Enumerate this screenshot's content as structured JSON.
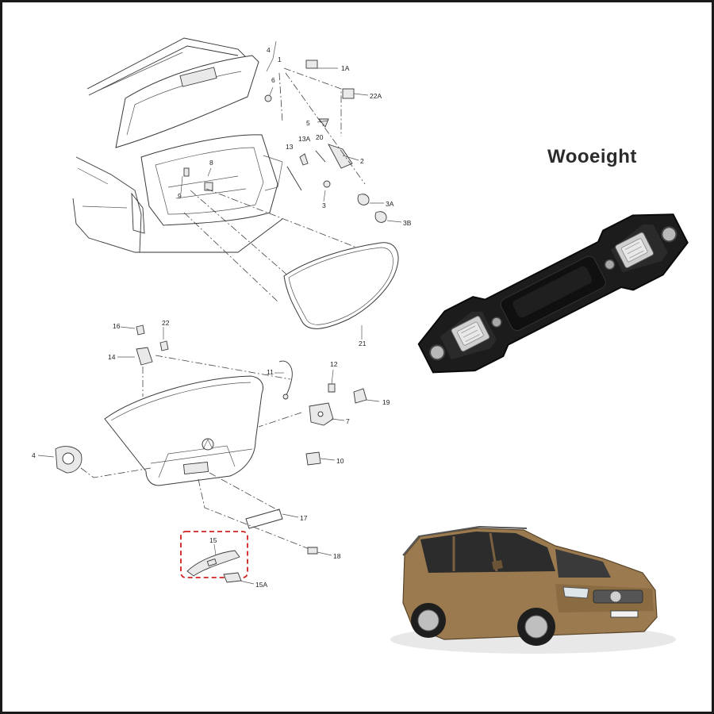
{
  "brand": {
    "watermark": "Wooeight"
  },
  "callouts": {
    "c4a": "4",
    "c1": "1",
    "c1A": "1A",
    "c6": "6",
    "c22A": "22A",
    "c5": "5",
    "c13A": "13A",
    "c20": "20",
    "c13": "13",
    "c2": "2",
    "c8": "8",
    "c9": "9",
    "c3": "3",
    "c3A": "3A",
    "c3B": "3B",
    "c21": "21",
    "c16": "16",
    "c22": "22",
    "c14": "14",
    "c11": "11",
    "c12": "12",
    "c19": "19",
    "c7": "7",
    "c4b": "4",
    "c10": "10",
    "c17": "17",
    "c15": "15",
    "c18": "18",
    "c15A": "15A"
  }
}
